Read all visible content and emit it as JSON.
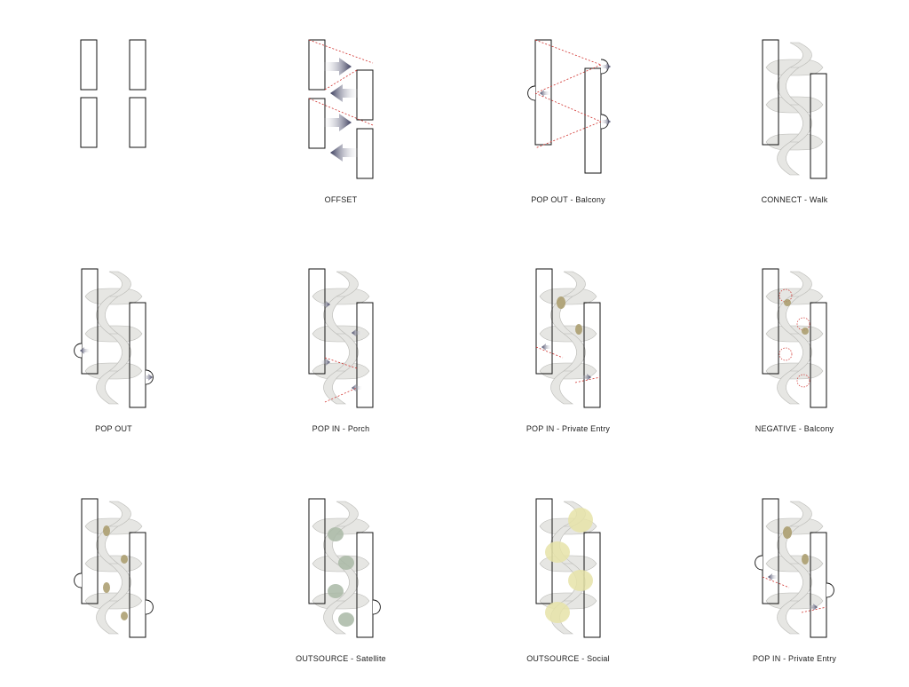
{
  "panels": [
    {
      "label": "",
      "variant": "base"
    },
    {
      "label": "OFFSET",
      "variant": "offset"
    },
    {
      "label": "POP OUT - Balcony",
      "variant": "popout-balcony"
    },
    {
      "label": "CONNECT - Walk",
      "variant": "connect"
    },
    {
      "label": "POP OUT",
      "variant": "popout"
    },
    {
      "label": "POP IN - Porch",
      "variant": "popin-porch"
    },
    {
      "label": "POP IN - Private Entry",
      "variant": "popin-entry"
    },
    {
      "label": "NEGATIVE - Balcony",
      "variant": "negative"
    },
    {
      "label": "",
      "variant": "walk-plants"
    },
    {
      "label": "OUTSOURCE - Satellite",
      "variant": "satellite"
    },
    {
      "label": "OUTSOURCE - Social",
      "variant": "social"
    },
    {
      "label": "POP IN - Private Entry",
      "variant": "popin-entry-2"
    }
  ],
  "colors": {
    "outline": "#111111",
    "walk_fill": "#e6e6e3",
    "walk_stroke": "#b8b8b4",
    "guide_dash": "#d0302c",
    "arrow": "#3a3c5c",
    "plant": "#a89a6a",
    "satellite": "#a9b8a6",
    "social": "#e6e3a8"
  }
}
